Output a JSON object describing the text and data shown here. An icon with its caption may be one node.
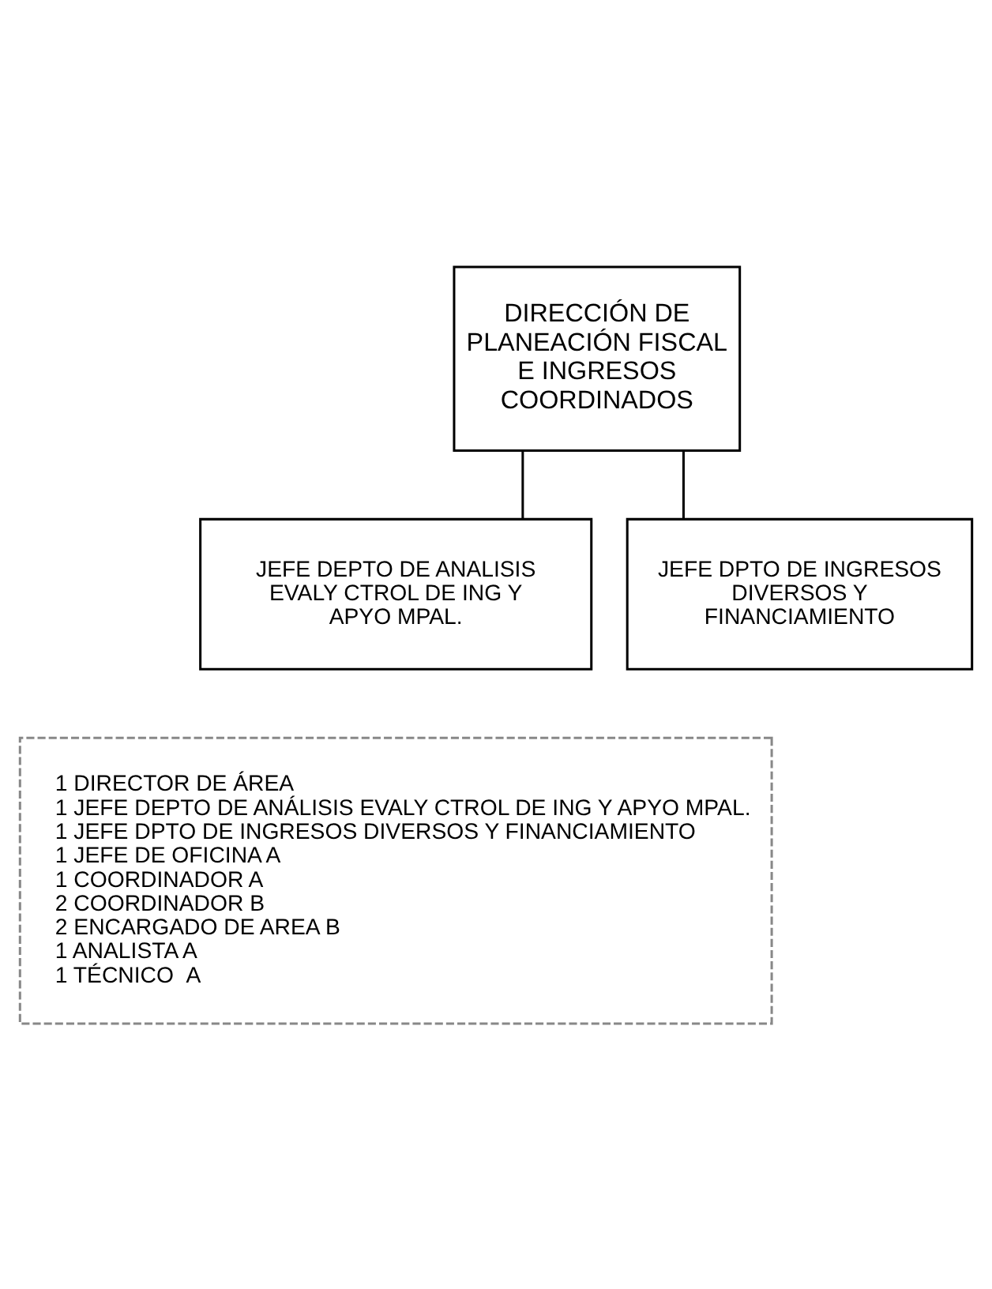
{
  "diagram": {
    "nodes": [
      {
        "text": [
          "DIRECCIÓN DE PLANEACIÓN FISCAL E INGRESOS COORDINADOS"
        ]
      },
      {
        "text": [
          "JEFE DEPTO DE ANALISIS EVALY CTROL DE ING Y APYO MPAL."
        ]
      },
      {
        "text": [
          "JEFE DPTO DE INGRESOS DIVERSOS Y FINANCIAMIENTO"
        ]
      },
      {
        "text": [
          "1 DIRECTOR DE ÁREA",
          "1 JEFE DEPTO DE ANÁLISIS EVALY CTROL DE ING Y APYO MPAL.",
          "1 JEFE DPTO DE INGRESOS DIVERSOS Y FINANCIAMIENTO",
          "1 JEFE DE OFICINA A",
          "1 COORDINADOR A",
          "2 COORDINADOR B",
          "2 ENCARGADO DE AREA B",
          "1 ANALISTA A",
          "1 TÉCNICO  A"
        ]
      }
    ],
    "edges": [
      {
        "from": 0,
        "to": 1,
        "arrow": "none"
      },
      {
        "from": 0,
        "to": 2,
        "arrow": "none"
      }
    ]
  }
}
